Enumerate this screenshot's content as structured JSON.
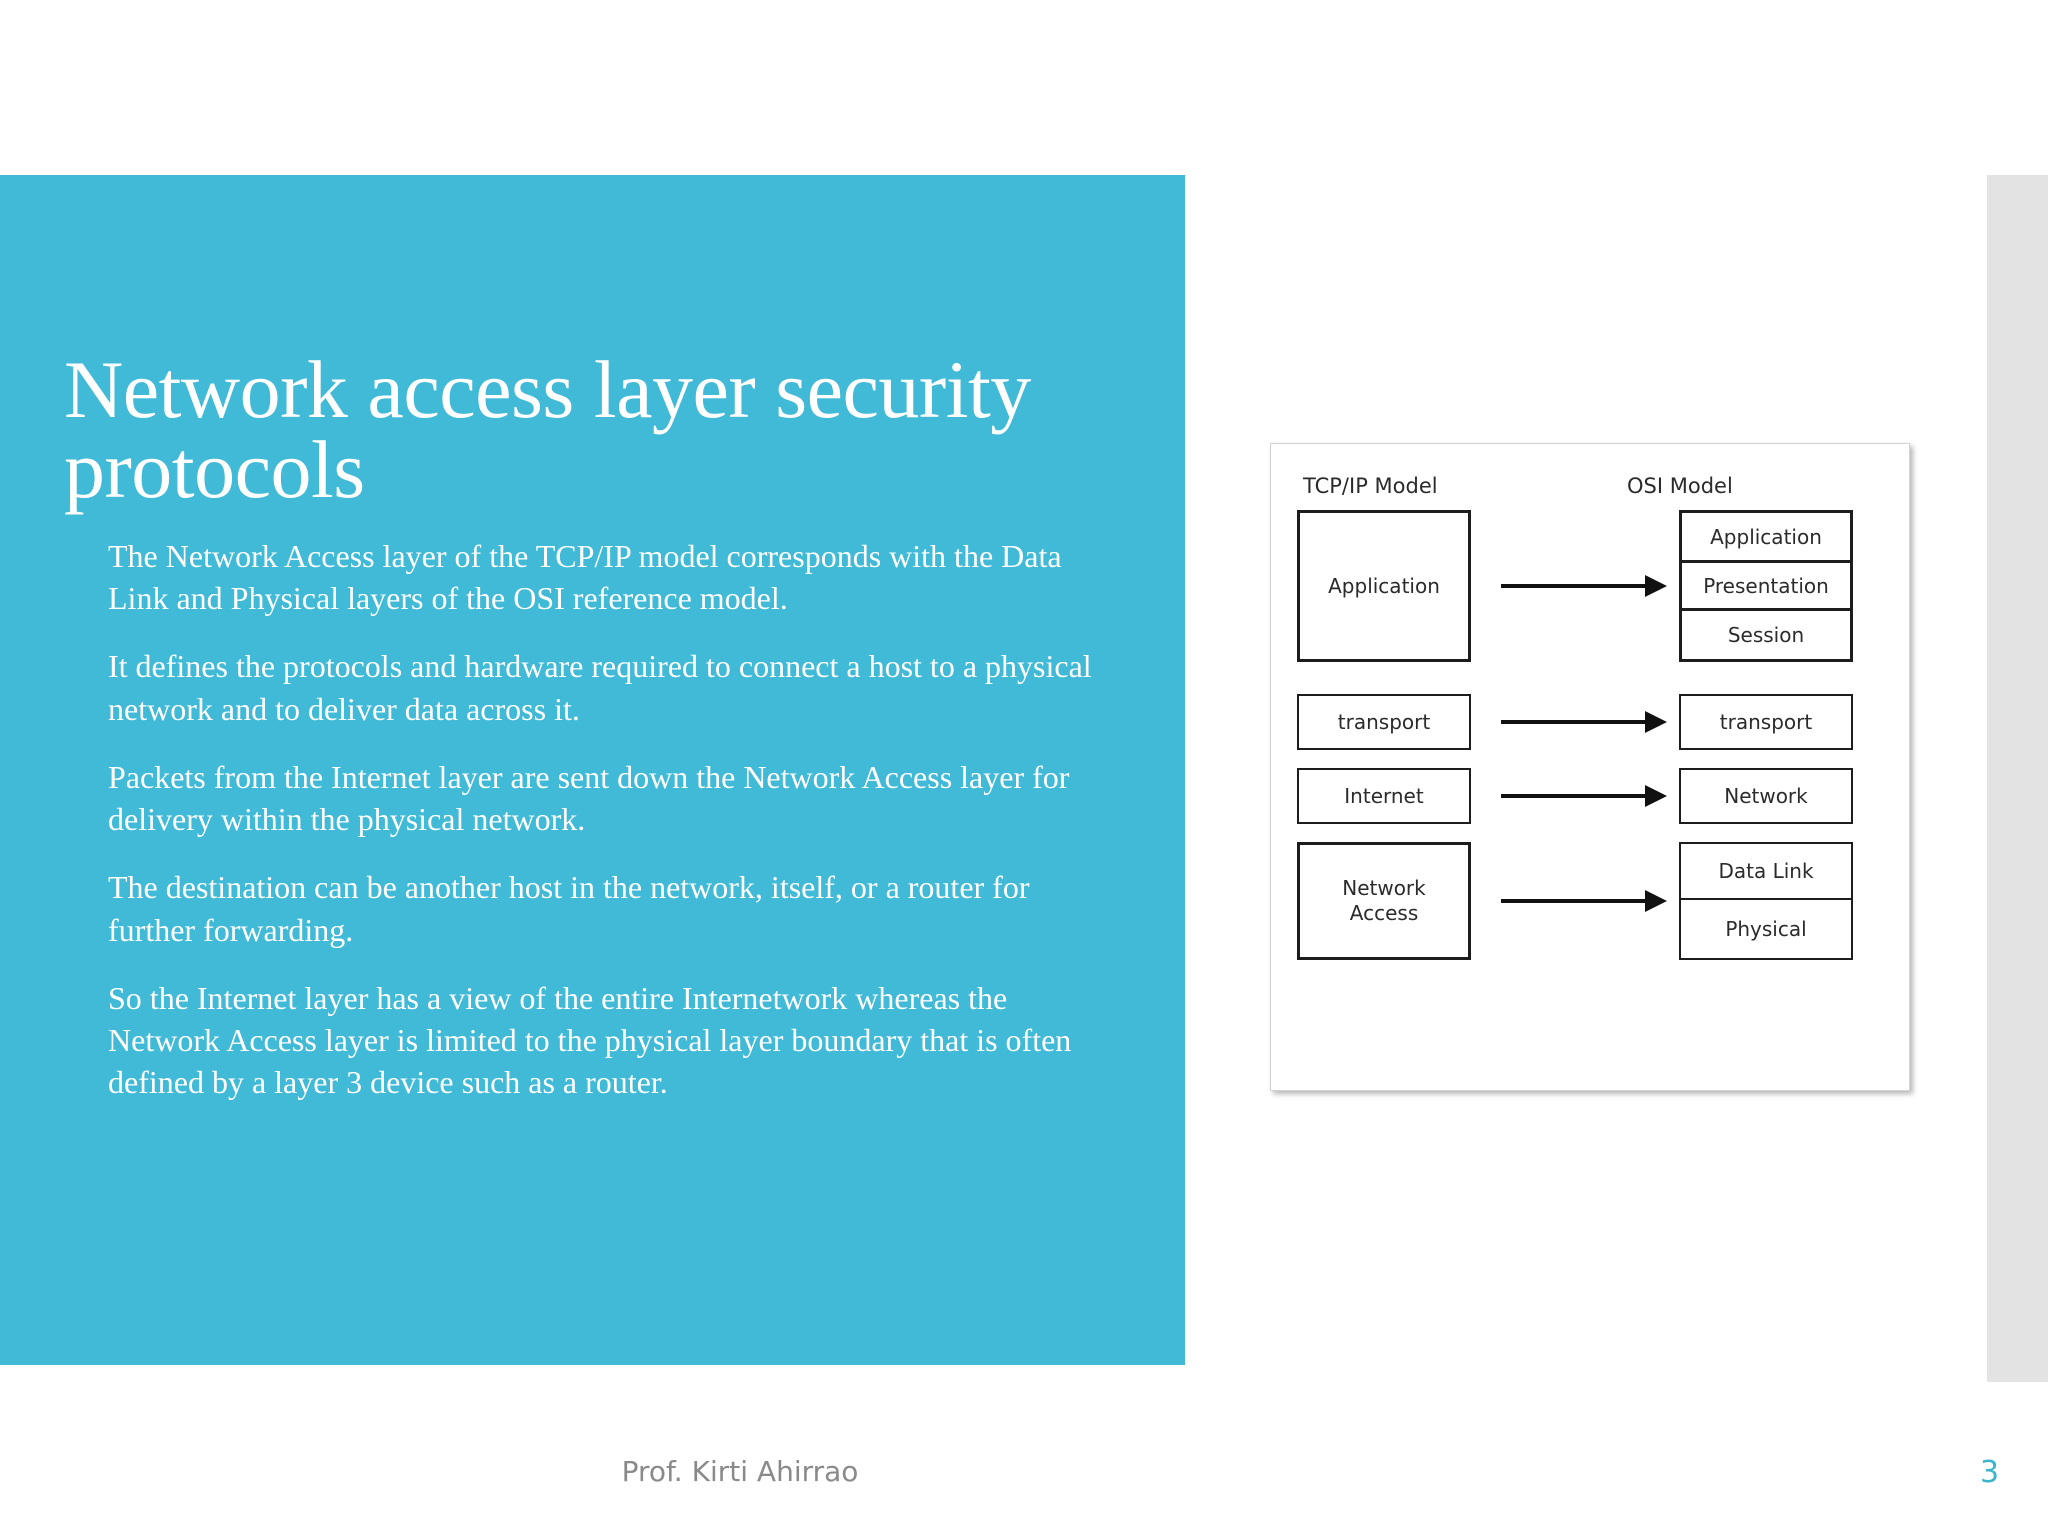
{
  "slide": {
    "title": "Network access layer security protocols",
    "page_number": "3",
    "footer_author": "Prof. Kirti Ahirrao",
    "accent_color": "#40bad6",
    "page_number_color": "#3cb4cc",
    "band_color": "#e3e3e3"
  },
  "body": {
    "paragraphs": [
      "The Network Access layer of the TCP/IP model corresponds with the Data Link and Physical layers of the OSI reference model.",
      "It defines the protocols and hardware required to connect a host to a physical network and to deliver data across it.",
      "Packets from the Internet layer are sent down the Network Access layer for delivery within the physical network.",
      "The destination can be another host in the network, itself, or a router for further forwarding.",
      "So the Internet layer has a view of the entire Internetwork whereas the Network Access layer is limited to the physical layer boundary that is often defined by a layer 3 device such as a router."
    ]
  },
  "diagram": {
    "left_column_heading": "TCP/IP Model",
    "right_column_heading": "OSI Model",
    "tcpip_layers": [
      {
        "label": "Application"
      },
      {
        "label": "transport"
      },
      {
        "label": "Internet"
      },
      {
        "label": "Network\nAccess"
      }
    ],
    "tcpip_layer_labels": {
      "application": "Application",
      "transport": "transport",
      "internet": "Internet",
      "network_access_line1": "Network",
      "network_access_line2": "Access"
    },
    "osi_layer_labels": {
      "application": "Application",
      "presentation": "Presentation",
      "session": "Session",
      "transport": "transport",
      "network": "Network",
      "data_link": "Data Link",
      "physical": "Physical"
    },
    "mappings": [
      {
        "from": "Application",
        "to": "Application / Presentation / Session"
      },
      {
        "from": "transport",
        "to": "transport"
      },
      {
        "from": "Internet",
        "to": "Network"
      },
      {
        "from": "Network Access",
        "to": "Data Link / Physical"
      }
    ]
  }
}
